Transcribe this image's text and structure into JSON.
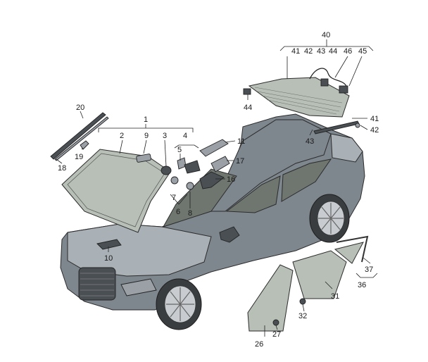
{
  "diagram": {
    "callouts": [
      {
        "id": "c1",
        "text": "1"
      },
      {
        "id": "c2",
        "text": "2"
      },
      {
        "id": "c3",
        "text": "3"
      },
      {
        "id": "c4",
        "text": "4"
      },
      {
        "id": "c5",
        "text": "5"
      },
      {
        "id": "c6",
        "text": "6"
      },
      {
        "id": "c7",
        "text": "7"
      },
      {
        "id": "c8",
        "text": "8"
      },
      {
        "id": "c9",
        "text": "9"
      },
      {
        "id": "c10",
        "text": "10"
      },
      {
        "id": "c11",
        "text": "11"
      },
      {
        "id": "c16",
        "text": "16"
      },
      {
        "id": "c17",
        "text": "17"
      },
      {
        "id": "c18",
        "text": "18"
      },
      {
        "id": "c19",
        "text": "19"
      },
      {
        "id": "c20",
        "text": "20"
      },
      {
        "id": "c26",
        "text": "26"
      },
      {
        "id": "c27",
        "text": "27"
      },
      {
        "id": "c31",
        "text": "31"
      },
      {
        "id": "c32",
        "text": "32"
      },
      {
        "id": "c36",
        "text": "36"
      },
      {
        "id": "c37",
        "text": "37"
      },
      {
        "id": "c40",
        "text": "40"
      },
      {
        "id": "c41a",
        "text": "41"
      },
      {
        "id": "c42a",
        "text": "42"
      },
      {
        "id": "c43a",
        "text": "43"
      },
      {
        "id": "c44a",
        "text": "44"
      },
      {
        "id": "c46",
        "text": "46"
      },
      {
        "id": "c45",
        "text": "45"
      },
      {
        "id": "c44b",
        "text": "44"
      },
      {
        "id": "c41b",
        "text": "41"
      },
      {
        "id": "c42b",
        "text": "42"
      },
      {
        "id": "c43b",
        "text": "43"
      }
    ]
  },
  "colors": {
    "glass": "#b7bfb7",
    "body": "#7e868e",
    "line": "#222222"
  }
}
